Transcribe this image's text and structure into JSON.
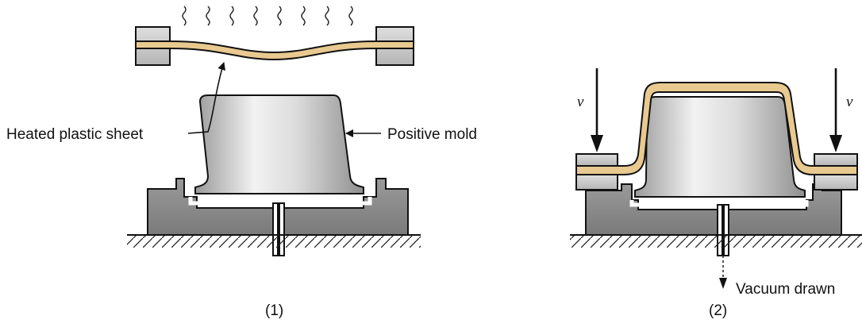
{
  "panel1": {
    "caption": "(1)",
    "label_sheet": "Heated plastic sheet",
    "label_mold": "Positive mold"
  },
  "panel2": {
    "caption": "(2)",
    "label_force_left": "v",
    "label_force_right": "v",
    "label_vacuum": "Vacuum drawn"
  },
  "colors": {
    "sheet": "#e8c98f",
    "mold_light": "#efefef",
    "mold_dark": "#a9a9a9",
    "clamp": "#c9c9c9",
    "base": "#8c8c8c"
  },
  "icons": [
    "heat-wave-icon",
    "arrow-icon",
    "vacuum-arrow-icon"
  ]
}
